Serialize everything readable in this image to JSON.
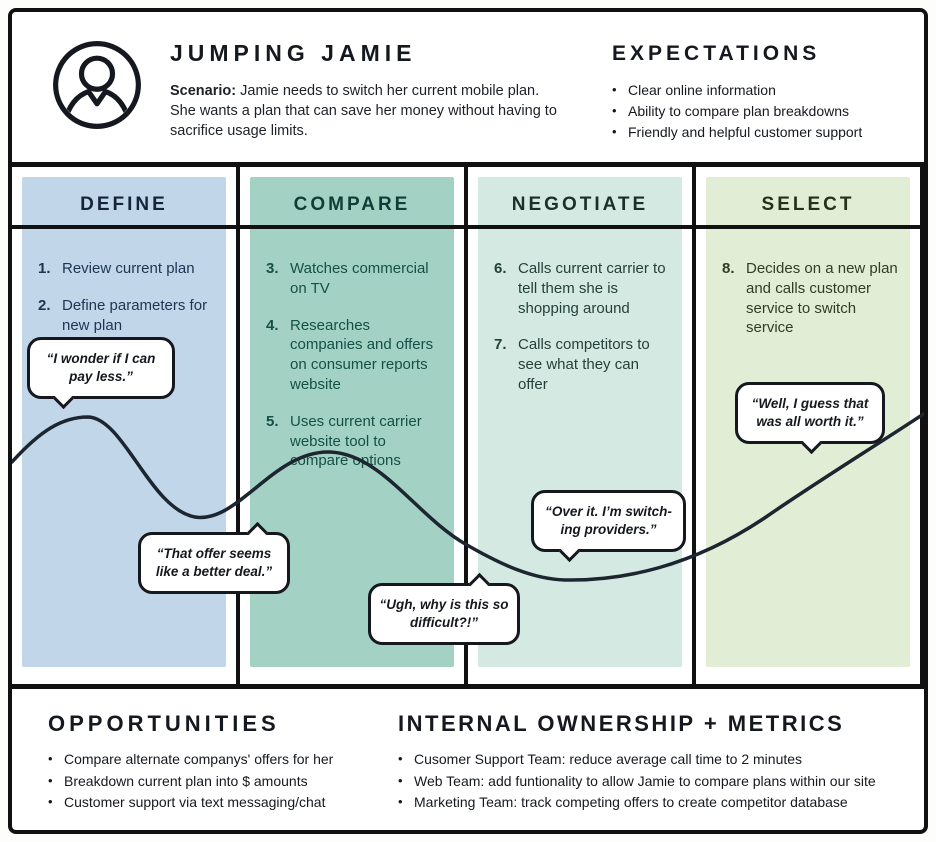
{
  "persona": {
    "title": "JUMPING JAMIE",
    "scenario_label": "Scenario:",
    "scenario_text": "Jamie needs to switch her current mobile plan. She wants a plan that can save her money without having to sacrifice usage limits."
  },
  "expectations": {
    "title": "EXPECTATIONS",
    "items": [
      "Clear online information",
      "Ability to compare plan breakdowns",
      "Friendly and helpful customer support"
    ]
  },
  "phases": [
    {
      "label": "DEFINE",
      "bg": "#c2d6ea",
      "header_color": "#16243a",
      "body_color": "#1d3553",
      "steps": [
        {
          "num": "1.",
          "text": "Review current plan"
        },
        {
          "num": "2.",
          "text": "Define parameters for new plan"
        }
      ]
    },
    {
      "label": "COMPARE",
      "bg": "#a3d2c5",
      "header_color": "#0f3e36",
      "body_color": "#155046",
      "steps": [
        {
          "num": "3.",
          "text": "Watches commercial on TV"
        },
        {
          "num": "4.",
          "text": "Researches companies and offers on consumer reports website"
        },
        {
          "num": "5.",
          "text": "Uses current carrier website tool to compare options"
        }
      ]
    },
    {
      "label": "NEGOTIATE",
      "bg": "#d4e9e1",
      "header_color": "#1c2f2a",
      "body_color": "#23403a",
      "steps": [
        {
          "num": "6.",
          "text": "Calls current carrier to tell them she is shopping around"
        },
        {
          "num": "7.",
          "text": "Calls competitors to see what they can offer"
        }
      ]
    },
    {
      "label": "SELECT",
      "bg": "#e1edd4",
      "header_color": "#233318",
      "body_color": "#303e28",
      "steps": [
        {
          "num": "8.",
          "text": "Decides on a new plan and calls customer service to switch service"
        }
      ]
    }
  ],
  "quotes": [
    {
      "text": "“I wonder if I can pay less.”"
    },
    {
      "text": "“That offer seems like a better deal.”"
    },
    {
      "text": "“Ugh, why is this so difficult?!”"
    },
    {
      "text": "“Over it. I’m switch-ing providers.”"
    },
    {
      "text": "“Well, I guess that was all worth it.”"
    }
  ],
  "opportunities": {
    "title": "OPPORTUNITIES",
    "items": [
      "Compare alternate companys' offers for her",
      "Breakdown current plan into $ amounts",
      "Customer support via text messaging/chat"
    ]
  },
  "ownership": {
    "title": "INTERNAL OWNERSHIP + METRICS",
    "items": [
      "Cusomer Support Team: reduce average call time to 2 minutes",
      "Web Team: add funtionality to allow Jamie to compare plans within our site",
      "Marketing Team: track competing offers to create competitor database"
    ]
  },
  "colors": {
    "border": "#111111",
    "curve": "#1c2530",
    "bubble_bg": "#ffffff"
  }
}
